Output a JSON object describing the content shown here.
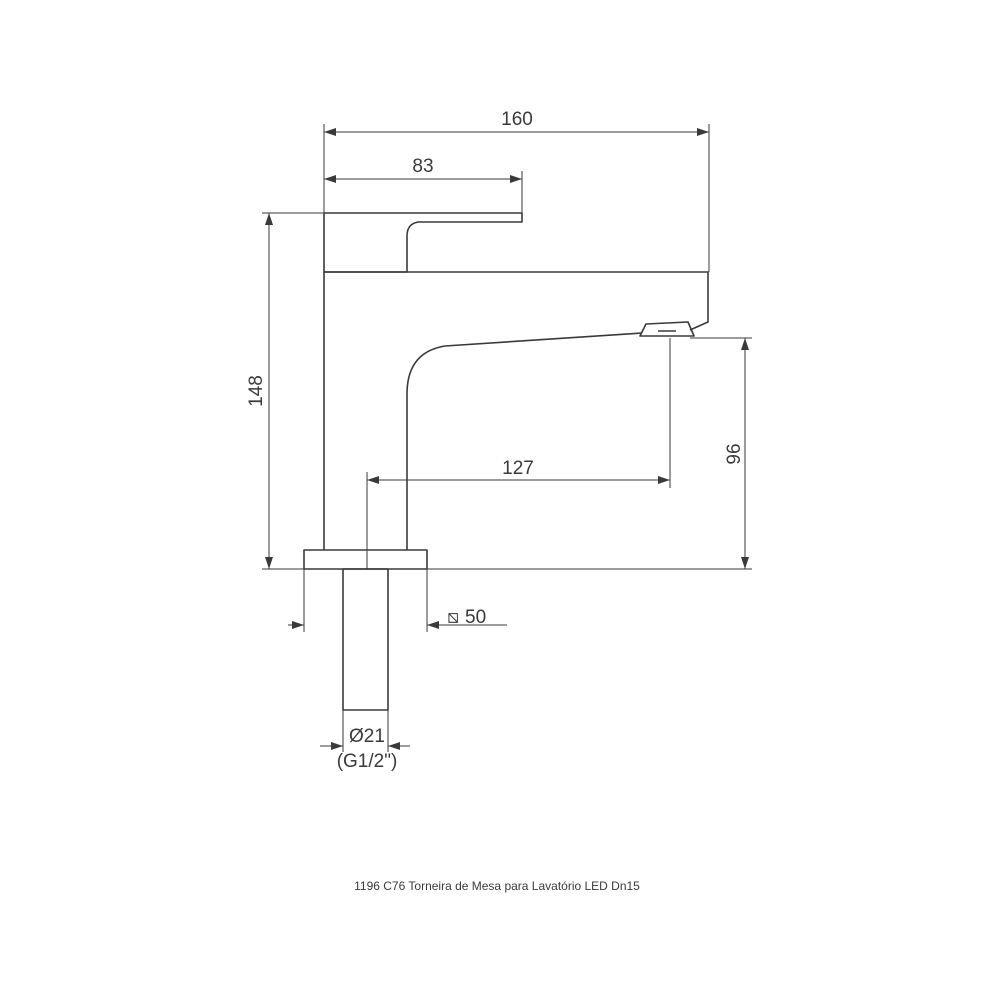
{
  "drawing": {
    "dimensions": {
      "overall_width": "160",
      "handle_length": "83",
      "overall_height": "148",
      "spout_reach": "127",
      "spout_height": "96",
      "base_square_prefix": "⧅",
      "base_square": "50",
      "pipe_diameter": "Ø21",
      "pipe_thread": "(G1/2\")"
    },
    "caption": "1196 C76 Torneira de Mesa para Lavatório LED Dn15"
  }
}
